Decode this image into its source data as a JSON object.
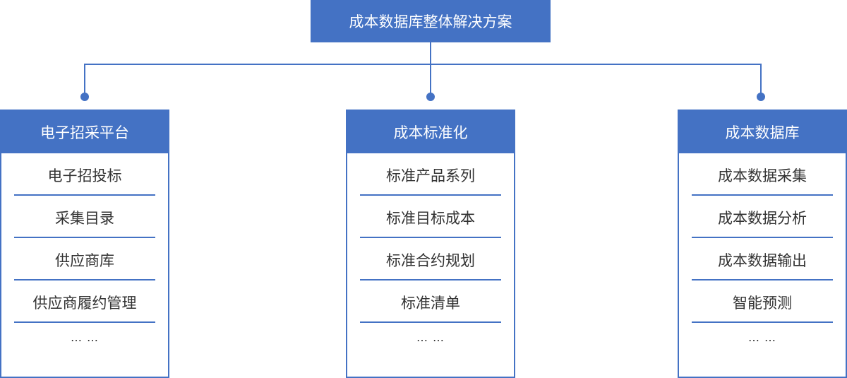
{
  "root": {
    "title": "成本数据库整体解决方案"
  },
  "branches": [
    {
      "title": "电子招采平台",
      "items": [
        "电子招投标",
        "采集目录",
        "供应商库",
        "供应商履约管理"
      ],
      "more": "… …"
    },
    {
      "title": "成本标准化",
      "items": [
        "标准产品系列",
        "标准目标成本",
        "标准合约规划",
        "标准清单"
      ],
      "more": "… …"
    },
    {
      "title": "成本数据库",
      "items": [
        "成本数据采集",
        "成本数据分析",
        "成本数据输出",
        "智能预测"
      ],
      "more": "… …"
    }
  ],
  "colors": {
    "accent": "#4472c4",
    "text": "#333333"
  }
}
